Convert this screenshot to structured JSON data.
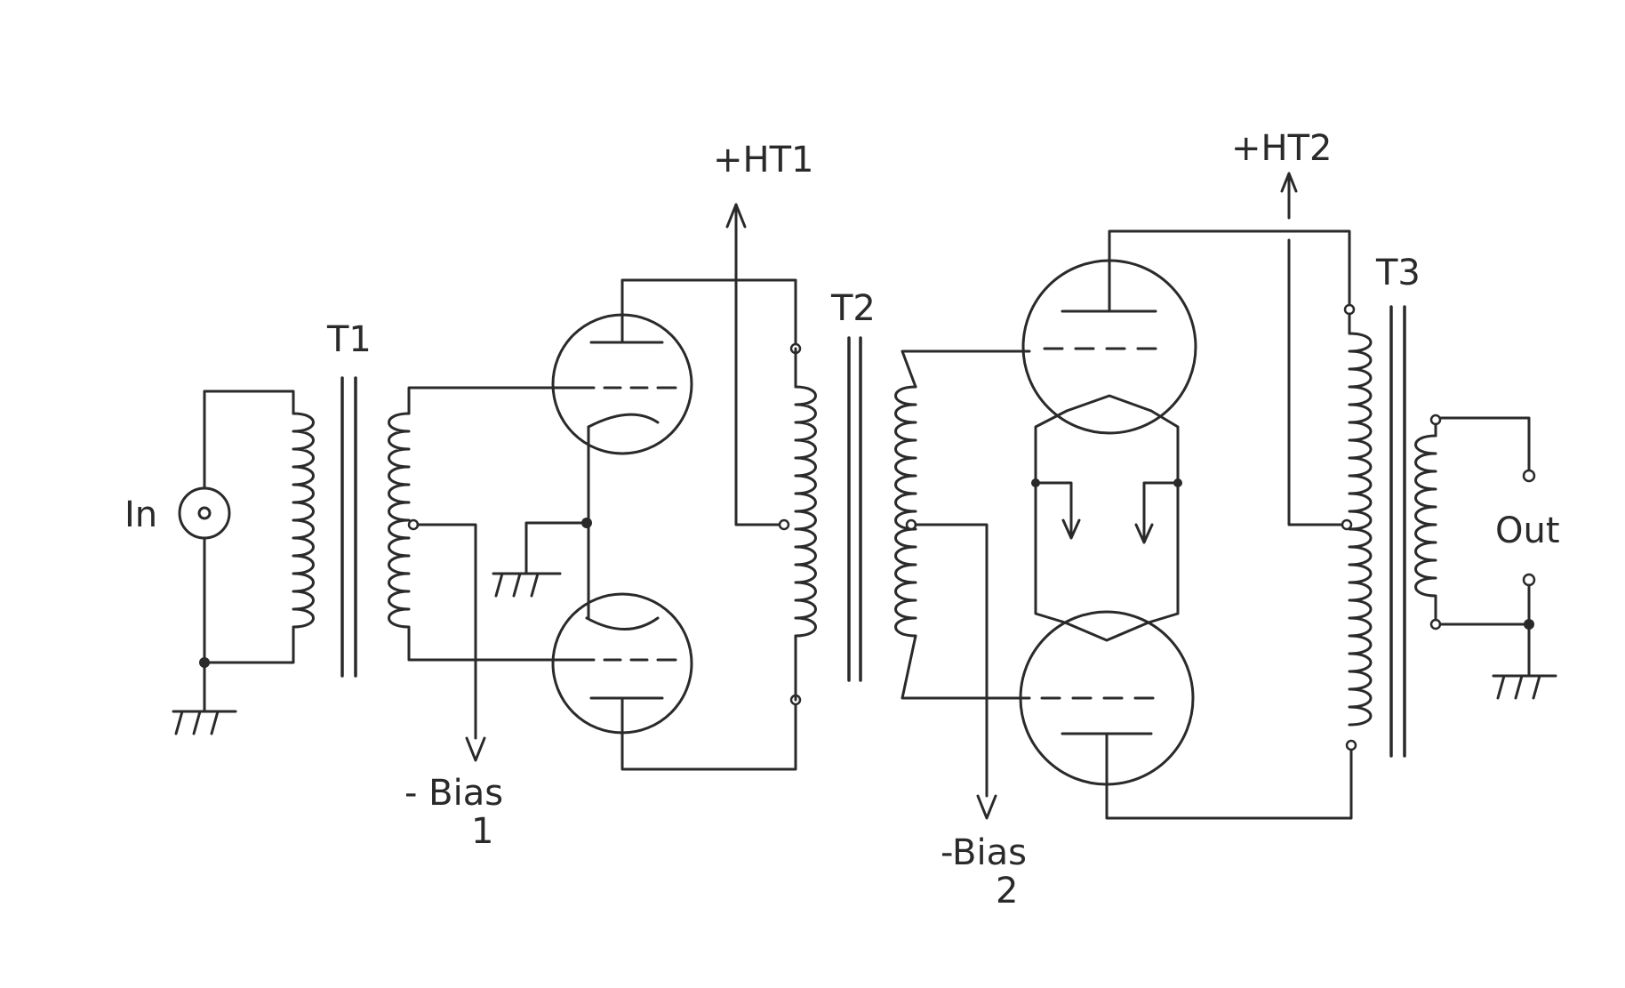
{
  "diagram": {
    "labels": {
      "input": "In",
      "output": "Out",
      "t1": "T1",
      "t2": "T2",
      "t3": "T3",
      "ht1": "+HT1",
      "ht2": "+HT2",
      "bias1_line1": "- Bias",
      "bias1_line2": "1",
      "bias2_line1": "-Bias",
      "bias2_line2": "2"
    }
  }
}
